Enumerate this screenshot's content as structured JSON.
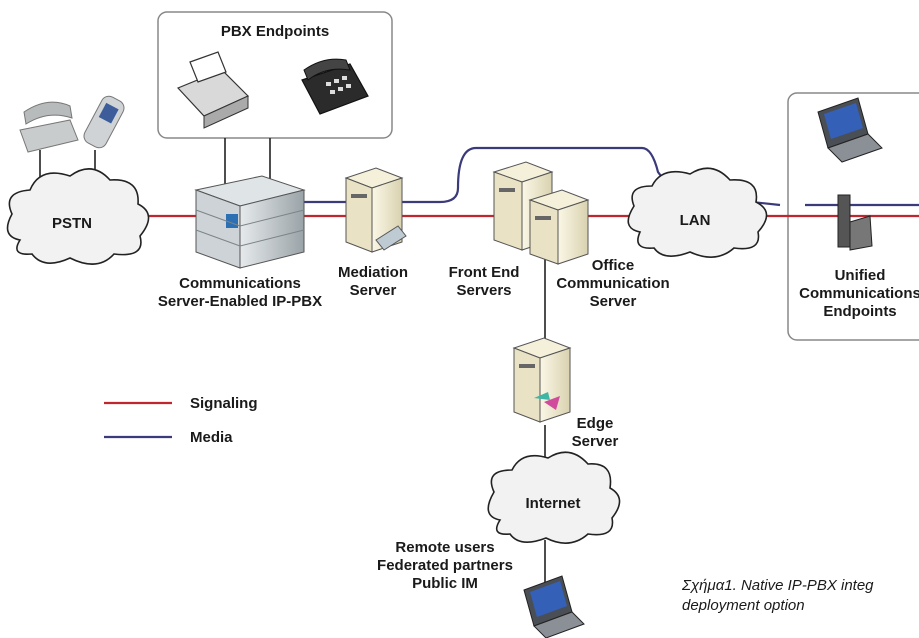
{
  "diagram": {
    "pbx_endpoints_title": "PBX Endpoints",
    "pstn_label": "PSTN",
    "ippbx_label": [
      "Communications",
      "Server-Enabled IP-PBX"
    ],
    "mediation_label": [
      "Mediation",
      "Server"
    ],
    "front_end_label": [
      "Front End",
      "Servers"
    ],
    "ocs_label": [
      "Office",
      "Communication",
      "Server"
    ],
    "lan_label": "LAN",
    "uc_label": [
      "Unified",
      "Communications",
      "Endpoints"
    ],
    "edge_label": [
      "Edge",
      "Server"
    ],
    "internet_label": "Internet",
    "remote_label": [
      "Remote users",
      "Federated partners",
      "Public IM"
    ],
    "caption": [
      "Σχήμα1. Native  IP-PBX integ",
      "deployment option"
    ]
  },
  "legend": [
    {
      "label": "Signaling",
      "color": "#c0262d"
    },
    {
      "label": "Media",
      "color": "#3b3a7a"
    }
  ],
  "colors": {
    "signaling": "#c0262d",
    "media": "#3b3a7a",
    "link": "#222222"
  }
}
